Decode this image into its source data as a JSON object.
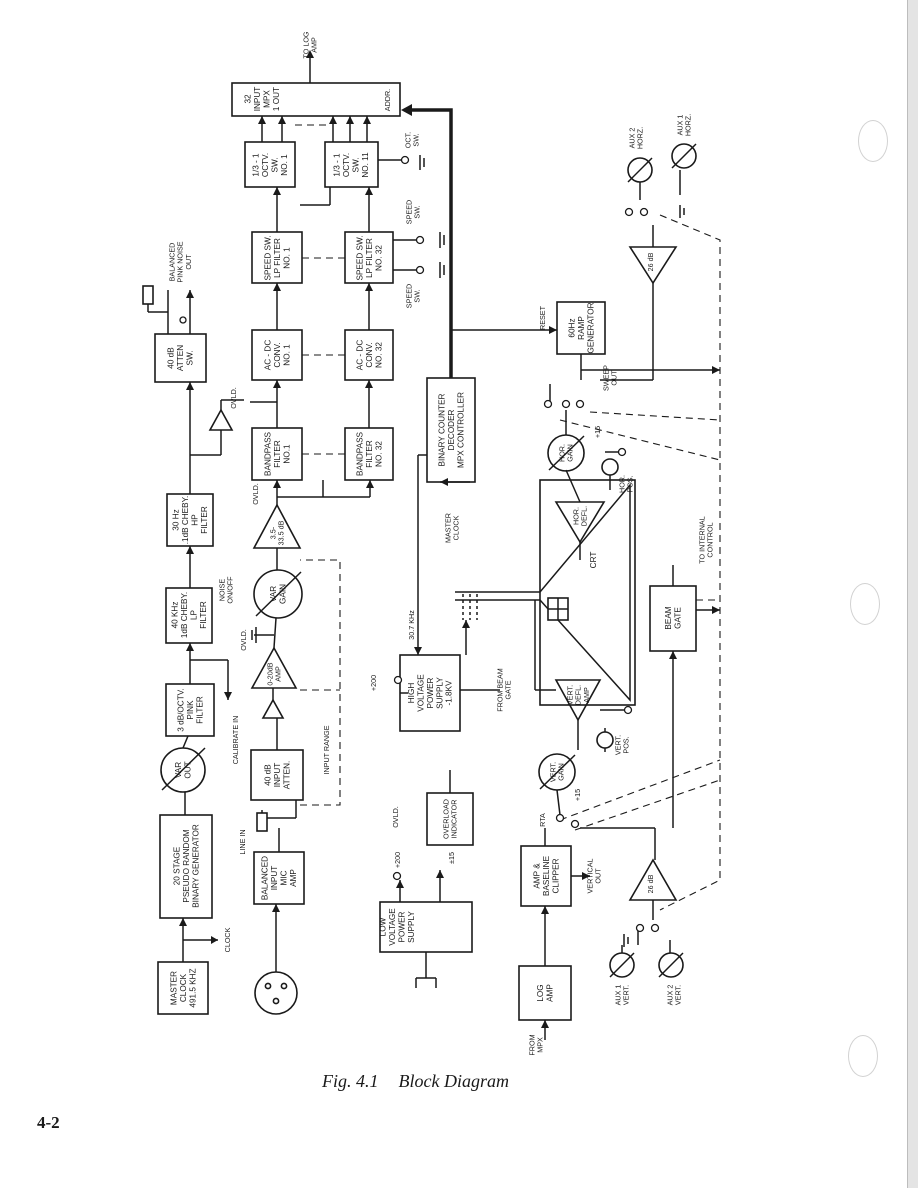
{
  "page": {
    "caption_fig": "Fig. 4.1",
    "caption_title": "Block Diagram",
    "page_number": "4-2"
  },
  "blocks": {
    "master_clock": [
      "MASTER",
      "CLOCK",
      "491.5 KHZ"
    ],
    "pseudo_random": [
      "20  STAGE",
      "PSEUDO  RANDOM",
      "BINARY GENERATOR"
    ],
    "var_out": [
      "VAR",
      "OUT"
    ],
    "pink_filter": [
      "3 dB/OCTV.",
      "PINK",
      "FILTER"
    ],
    "lp_40k": [
      "40 KHz",
      "1dB CHEBY.",
      "LP",
      "FILTER"
    ],
    "hp_30": [
      "30 Hz",
      ".1dB CHEBY.",
      "HP",
      "FILTER"
    ],
    "atten_40db": [
      "40 dB",
      "ATTEN",
      "SW."
    ],
    "balanced_input": [
      "BALANCED",
      "INPUT",
      "MIC",
      "AMP"
    ],
    "input_atten": [
      "40 dB",
      "INPUT",
      "ATTEN."
    ],
    "amp_0_20": [
      "0-20dB",
      "AMP"
    ],
    "var_gain": [
      "VAR",
      "GAIN"
    ],
    "amp_35": [
      "3.5-",
      "33.5 dB"
    ],
    "bp1": [
      "BANDPASS",
      "FILTER",
      "NO.1"
    ],
    "bp32": [
      "BANDPASS",
      "FILTER",
      "NO. 32"
    ],
    "acdc1": [
      "AC - DC",
      "CONV.",
      "NO. 1"
    ],
    "acdc32": [
      "AC - DC",
      "CONV.",
      "NO. 32"
    ],
    "lp1": [
      "SPEED SW.",
      "LP FILTER",
      "NO. 1"
    ],
    "lp32": [
      "SPEED SW.",
      "LP FILTER",
      "NO. 32"
    ],
    "oct1": [
      "1/3 - 1",
      "OCTV.",
      "SW.",
      "NO. 1"
    ],
    "oct11": [
      "1/3 - 1",
      "OCTV.",
      "SW.",
      "NO. 11"
    ],
    "mpx": [
      "32",
      "INPUT",
      "MPX",
      "1 OUT"
    ],
    "addr": "ADDR.",
    "binary_counter": [
      "BINARY COUNTER",
      "DECODER",
      "MPX CONTROLLER"
    ],
    "ramp": [
      "60Hz",
      "RAMP",
      "GENERATOR"
    ],
    "hv_supply": [
      "HIGH",
      "VOLTAGE",
      "POWER",
      "SUPPLY",
      "-1.8KV"
    ],
    "beam_gate": [
      "BEAM",
      "GATE"
    ],
    "lv_supply": [
      "LOW",
      "VOLTAGE",
      "POWER",
      "SUPPLY"
    ],
    "overload": [
      "OVERLOAD",
      "INDICATOR"
    ],
    "amp_baseline": [
      "AMP &",
      "BASELINE",
      "CLIPPER"
    ],
    "log_amp": [
      "LOG",
      "AMP"
    ],
    "vert_gain": [
      "VERT.",
      "GAIN"
    ],
    "hor_gain": [
      "HOR.",
      "GAIN"
    ],
    "vert_defl": [
      "VERT.",
      "DEFL.",
      "AMP"
    ],
    "hor_defl": [
      "HOR.",
      "DEFL."
    ],
    "amp26_top": "26 dB",
    "amp26_bottom": "26 dB"
  },
  "labels": {
    "clock": "CLOCK",
    "line_in": "LINE IN",
    "calibrate_in": "CALIBRATE IN",
    "input_range": "INPUT RANGE",
    "noise_onoff": [
      "NOISE",
      "ON/OFF"
    ],
    "ovld": "OVLD.",
    "balanced_pink_noise": [
      "BALANCED",
      "PINK NOISE",
      "OUT"
    ],
    "to_log_amp": [
      "TO LOG",
      "AMP"
    ],
    "speed_sw": [
      "SPEED",
      "SW."
    ],
    "oct_sw": [
      "OCT.",
      "SW."
    ],
    "reset": "RESET",
    "sweep_out": [
      "SWEEP",
      "OUT"
    ],
    "master_clock_in": [
      "MASTER",
      "CLOCK"
    ],
    "freq_307": "30.7 KHz",
    "from_beam_gate": [
      "FROM BEAM",
      "GATE"
    ],
    "crt": "CRT",
    "to_internal_control": [
      "TO INTERNAL",
      "CONTROL"
    ],
    "hor_pos": [
      "HOR.",
      "POS."
    ],
    "vert_pos": [
      "VERT.",
      "POS."
    ],
    "plus15": "+15",
    "plus200": "+200",
    "pm15": "±15",
    "rta": "RTA",
    "vertical_out": [
      "VERTICAL",
      "OUT"
    ],
    "from_mpx": [
      "FROM",
      "MPX"
    ],
    "aux1_vert": [
      "AUX 1",
      "VERT."
    ],
    "aux2_vert": [
      "AUX 2",
      "VERT."
    ],
    "aux1_horz": [
      "AUX 1",
      "HORZ."
    ],
    "aux2_horz": [
      "AUX 2",
      "HORZ."
    ]
  }
}
